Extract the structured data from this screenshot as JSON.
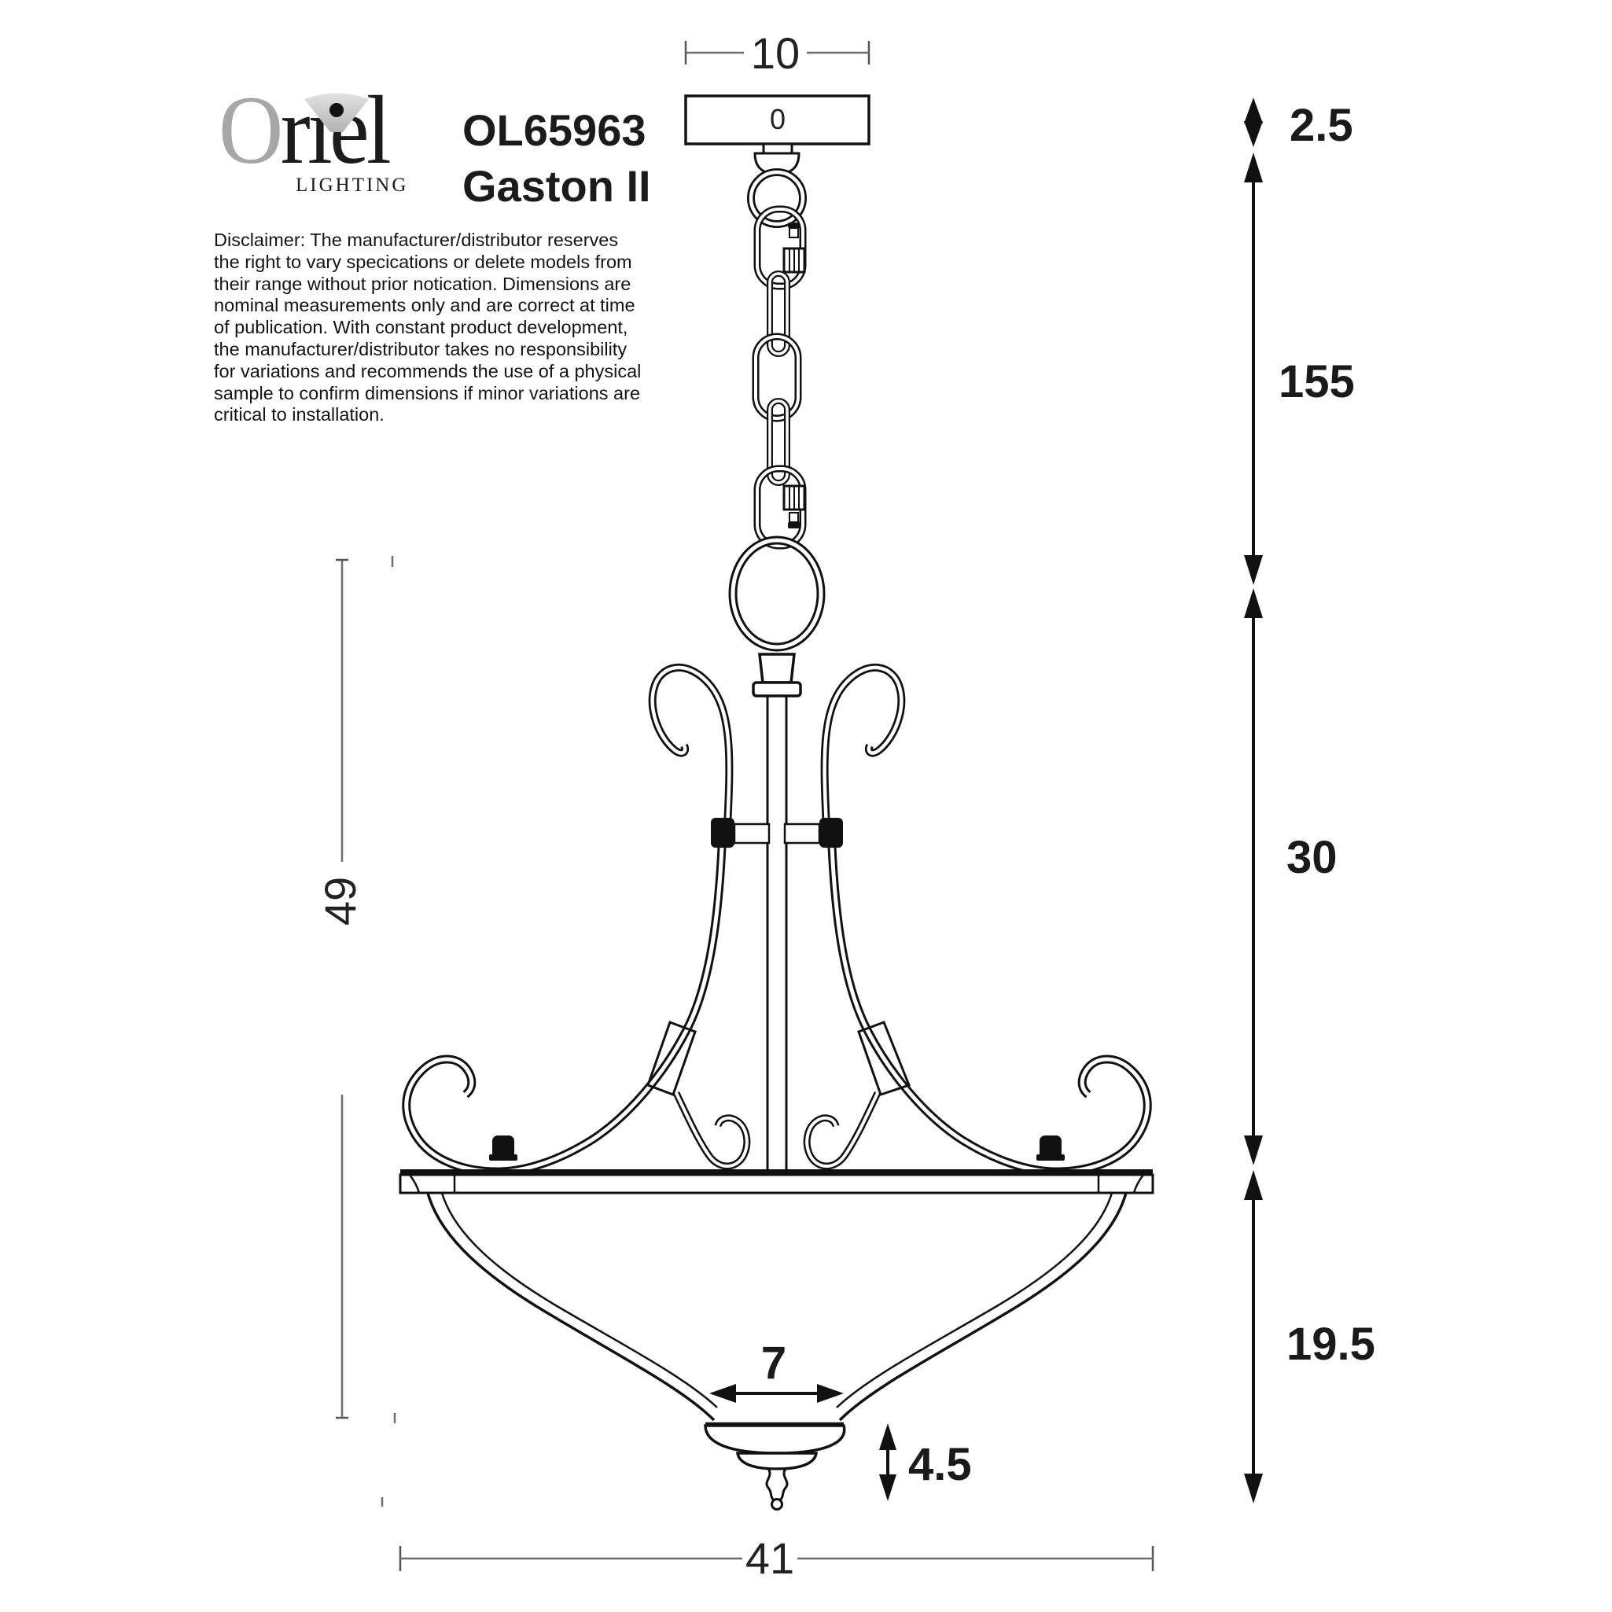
{
  "brand": {
    "logo_o": "O",
    "logo_riel": "rıel",
    "logo_subtitle": "LIGHTING"
  },
  "product": {
    "code": "OL65963",
    "name": "Gaston II"
  },
  "disclaimer": "Disclaimer: The manufacturer/distributor reserves the right to vary specications or delete models from their range without prior notication. Dimensions are nominal measurements only and are correct at time of publication. With constant product development, the manufacturer/distributor takes no responsibility for variations and recommends the use of a physical sample to confirm dimensions if minor variations are critical to installation.",
  "dimensions": {
    "canopy_width": "10",
    "canopy_hole": "0",
    "canopy_height": "2.5",
    "chain_length": "155",
    "frame_height": "30",
    "shade_height": "19.5",
    "body_height": "49",
    "finial_plate_width": "7",
    "finial_height": "4.5",
    "overall_width": "41"
  },
  "colors": {
    "line": "#111111",
    "dimension_text": "#1a1a1a",
    "logo_gray": "#a7a7a7"
  }
}
